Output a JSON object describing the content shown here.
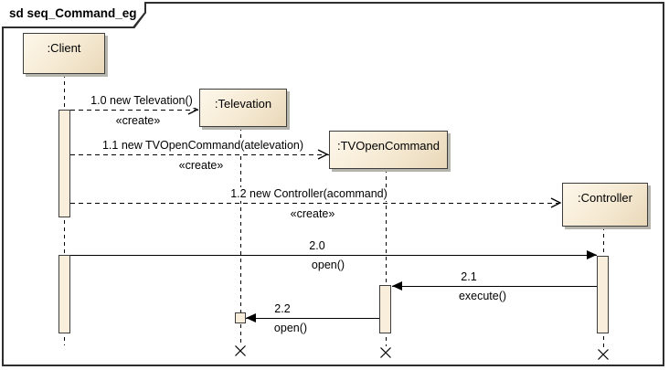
{
  "frame": {
    "title": "sd seq_Command_eg"
  },
  "lifelines": [
    {
      "name": ":Client"
    },
    {
      "name": ":Televation"
    },
    {
      "name": ":TVOpenCommand"
    },
    {
      "name": ":Controller"
    }
  ],
  "messages": [
    {
      "label": "1.0 new Televation()",
      "stereotype": "«create»"
    },
    {
      "label": "1.1 new TVOpenCommand(atelevation)",
      "stereotype": "«create»"
    },
    {
      "label": "1.2 new Controller(acommand)",
      "stereotype": "«create»"
    },
    {
      "number": "2.0",
      "operation": "open()"
    },
    {
      "number": "2.1",
      "operation": "execute()"
    },
    {
      "number": "2.2",
      "operation": "open()"
    }
  ],
  "colors": {
    "box_fill_light": "#fdf7ea",
    "box_fill_dark": "#e9d8b8",
    "activation_fill": "#f8eedb",
    "border": "#3d3d3d",
    "shadow": "#b5b5ad",
    "line": "#000000",
    "background": "#ffffff"
  }
}
